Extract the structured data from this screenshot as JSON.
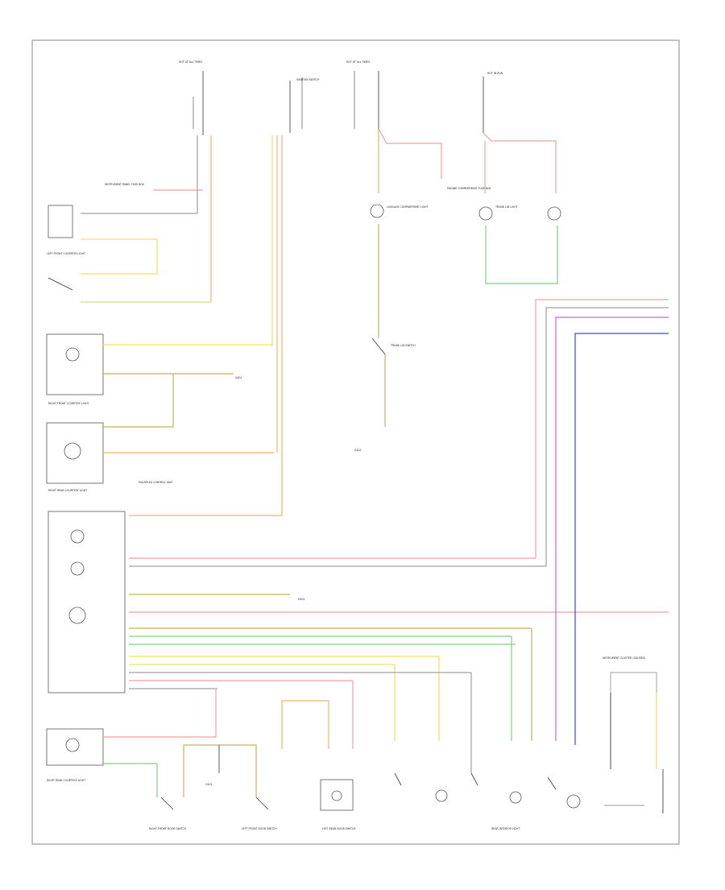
{
  "diagram": {
    "title": "",
    "footer_code": "",
    "labels": {
      "hot_top_left": "HOT AT ALL TIMES",
      "hot_top_mid": "HOT AT ALL TIMES",
      "hot_top_right": "HOT IN RUN",
      "ignition": "IGNITION SWITCH",
      "instrument_panel_fuse": "INSTRUMENT PANEL FUSE BOX",
      "engine_comp_fuse": "ENGINE COMPARTMENT FUSE BOX",
      "luggage_light": "LUGGAGE COMPARTMENT LIGHT",
      "trunk_light": "TRUNK LID LIGHT",
      "trunk_switch": "TRUNK LID SWITCH",
      "left_front_door": "LEFT FRONT COURTESY LIGHT",
      "right_front_door": "RIGHT FRONT COURTESY LIGHT",
      "multiplex": "MULTIPLEX CONTROL UNIT",
      "right_rear_door": "RIGHT REAR COURTESY LIGHT",
      "right_front_switch": "RIGHT FRONT DOOR SWITCH",
      "left_front_switch": "LEFT FRONT DOOR SWITCH",
      "left_rear_switch": "LEFT REAR DOOR SWITCH",
      "rear_interior": "REAR INTERIOR LIGHT",
      "cluster": "INSTRUMENT CLUSTER (GAUGES)",
      "ground": "G401"
    }
  },
  "colors": {
    "pink": "#f2a0a0",
    "orange": "#f5b070",
    "yellow": "#f0e060",
    "green": "#80d080",
    "violet": "#c060ff",
    "blue": "#4040ff",
    "olive": "#c8b060",
    "gray": "#a0a0a0",
    "black": "#333333"
  }
}
